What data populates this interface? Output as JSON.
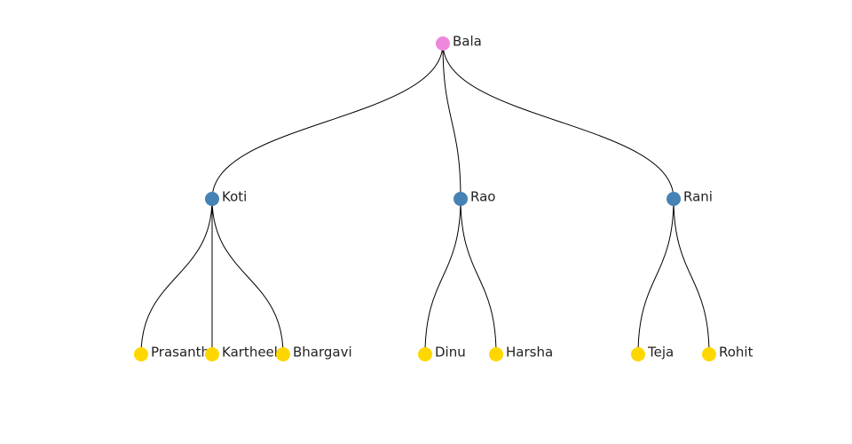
{
  "colors": {
    "root": "#ee88dd",
    "level1": "#4682b4",
    "leaf": "#ffd700",
    "link": "#000000"
  },
  "tree": {
    "name": "Bala",
    "children": [
      {
        "name": "Koti",
        "children": [
          {
            "name": "Prasanth"
          },
          {
            "name": "Kartheek"
          },
          {
            "name": "Bhargavi"
          }
        ]
      },
      {
        "name": "Rao",
        "children": [
          {
            "name": "Dinu"
          },
          {
            "name": "Harsha"
          }
        ]
      },
      {
        "name": "Rani",
        "children": [
          {
            "name": "Teja"
          },
          {
            "name": "Rohit"
          }
        ]
      }
    ]
  }
}
